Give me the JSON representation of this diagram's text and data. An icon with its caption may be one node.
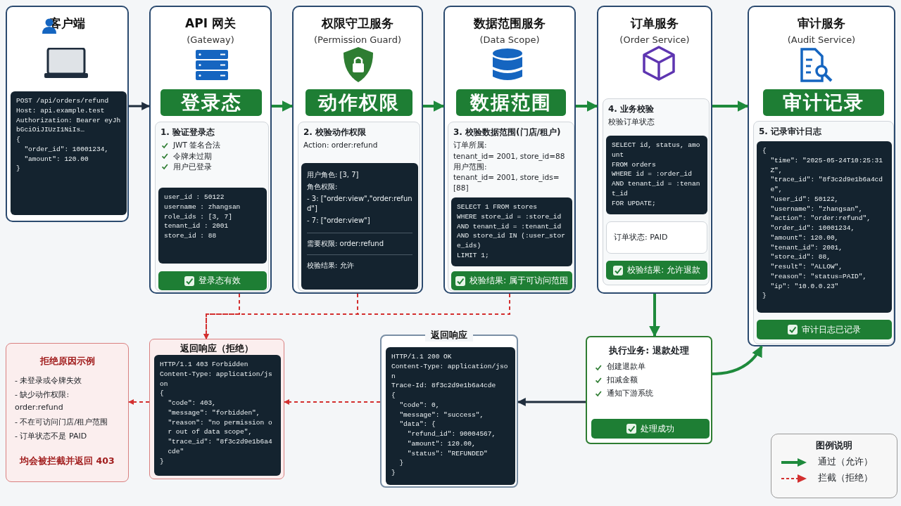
{
  "diagram": {
    "nodes": [
      {
        "text": [
          "客户端"
        ]
      },
      {
        "text": [
          "POST /api/orders/refund",
          "Host: api.example.test",
          "Authorization: Bearer eyJhbGciOiJIUzI1NiIs…",
          "{",
          "\"order_id\": 10001234,",
          "\"amount\": 120.00",
          "}"
        ],
        "in": 0
      },
      {
        "text": [
          "API 网关",
          "(Gateway)"
        ]
      },
      {
        "text": [
          "登录态"
        ],
        "in": 2
      },
      {
        "text": [
          "1. 验证登录态",
          "JWT 签名合法",
          "令牌未过期",
          "用户已登录"
        ],
        "in": 2
      },
      {
        "text": [
          "user_id : 50122",
          "username : zhangsan",
          "role_ids : [3, 7]",
          "tenant_id : 2001",
          "store_id : 88"
        ],
        "in": 4
      },
      {
        "text": [
          "登录态有效"
        ],
        "in": 4
      },
      {
        "text": [
          "权限守卫服务",
          "(Permission Guard)"
        ]
      },
      {
        "text": [
          "动作权限"
        ],
        "in": 7
      },
      {
        "text": [
          "2. 校验动作权限",
          "Action: order:refund"
        ],
        "in": 7
      },
      {
        "text": [
          "用户角色: [3, 7]",
          "角色权限:",
          "- 3: [\"order:view\",\"order:refund\"]",
          "- 7: [\"order:view\"]",
          "需要权限: order:refund",
          "校验结果: 允许"
        ],
        "in": 9
      },
      {
        "text": [
          "数据范围服务",
          "(Data Scope)"
        ]
      },
      {
        "text": [
          "数据范围"
        ],
        "in": 11
      },
      {
        "text": [
          "3. 校验数据范围(门店/租户)",
          "订单所属:",
          "tenant_id= 2001, store_id=88",
          "用户范围:",
          "tenant_id= 2001, store_ids=[88]"
        ],
        "in": 11
      },
      {
        "text": [
          "SELECT 1 FROM stores",
          "WHERE store_id = :store_id",
          "AND tenant_id = :tenant_id",
          "AND store_id IN (:user_store_ids)",
          "LIMIT 1;"
        ],
        "in": 13
      },
      {
        "text": [
          "校验结果: 属于可访问范围"
        ],
        "in": 13
      },
      {
        "text": [
          "订单服务",
          "(Order Service)"
        ]
      },
      {
        "text": [
          "4. 业务校验",
          "校验订单状态"
        ],
        "in": 16
      },
      {
        "text": [
          "SELECT id, status, amount",
          "FROM orders",
          "WHERE id = :order_id",
          "AND tenant_id = :tenant_id",
          "FOR UPDATE;"
        ],
        "in": 17
      },
      {
        "text": [
          "订单状态: PAID"
        ],
        "in": 17
      },
      {
        "text": [
          "校验结果: 允许退款"
        ],
        "in": 17
      },
      {
        "text": [
          "审计服务",
          "(Audit Service)"
        ]
      },
      {
        "text": [
          "审计记录"
        ],
        "in": 21
      },
      {
        "text": [
          "5. 记录审计日志"
        ],
        "in": 21
      },
      {
        "text": [
          "{",
          "\"time\": \"2025-05-24T10:25:31Z\",",
          "\"trace_id\": \"8f3c2d9e1b6a4cde\",",
          "\"user_id\": 50122,",
          "\"username\": \"zhangsan\",",
          "\"action\": \"order:refund\",",
          "\"order_id\": 10001234,",
          "\"amount\": 120.00,",
          "\"tenant_id\": 2001,",
          "\"store_id\": 88,",
          "\"result\": \"ALLOW\",",
          "\"reason\": \"status=PAID\",",
          "\"ip\": \"10.0.0.23\"",
          "}"
        ],
        "in": 23
      },
      {
        "text": [
          "审计日志已记录"
        ],
        "in": 23
      },
      {
        "text": [
          "执行业务: 退款处理",
          "创建退款单",
          "扣减金额",
          "通知下游系统"
        ]
      },
      {
        "text": [
          "处理成功"
        ],
        "in": 26
      },
      {
        "text": [
          "返回响应"
        ]
      },
      {
        "text": [
          "HTTP/1.1 200 OK",
          "Content-Type: application/json",
          "Trace-Id: 8f3c2d9e1b6a4cde",
          "{",
          "\"code\": 0,",
          "\"message\": \"success\",",
          "\"data\": {",
          "\"refund_id\": 90004567,",
          "\"amount\": 120.00,",
          "\"status\": \"REFUNDED\"",
          "}",
          "}"
        ],
        "in": 28
      },
      {
        "text": [
          "返回响应（拒绝）"
        ]
      },
      {
        "text": [
          "HTTP/1.1 403 Forbidden",
          "Content-Type: application/json",
          "{",
          "\"code\": 403,",
          "\"message\": \"forbidden\",",
          "\"reason\": \"no permission or out of data scope\",",
          "\"trace_id\": \"8f3c2d9e1b6a4cde\"",
          "}"
        ],
        "in": 30
      },
      {
        "text": [
          "拒绝原因示例",
          "- 未登录或令牌失效",
          "- 缺少动作权限: order:refund",
          "- 不在可访问门店/租户范围",
          "- 订单状态不是 PAID",
          "均会被拦截并返回 403"
        ]
      }
    ],
    "edges": [
      {
        "from": 0,
        "to": 2,
        "arrow": "to",
        "color": "#1f2d3d"
      },
      {
        "from": 2,
        "to": 7,
        "arrow": "to"
      },
      {
        "from": 7,
        "to": 11,
        "arrow": "to"
      },
      {
        "from": 11,
        "to": 16,
        "arrow": "to"
      },
      {
        "from": 16,
        "to": 21,
        "arrow": "to"
      },
      {
        "from": 16,
        "to": 26,
        "arrow": "to"
      },
      {
        "from": 26,
        "to": 21,
        "arrow": "to"
      },
      {
        "from": 26,
        "to": 28,
        "arrow": "to",
        "color": "#1f2d3d"
      },
      {
        "from": 2,
        "to": 30,
        "arrow": "to",
        "style": "dashed",
        "color": "#d32f2f"
      },
      {
        "from": 7,
        "to": 30,
        "arrow": "to",
        "style": "dashed",
        "color": "#d32f2f"
      },
      {
        "from": 11,
        "to": 30,
        "arrow": "to",
        "style": "dashed",
        "color": "#d32f2f"
      },
      {
        "from": 28,
        "to": 30,
        "arrow": "to",
        "style": "dashed",
        "color": "#d32f2f"
      },
      {
        "from": 30,
        "to": 32,
        "arrow": "to",
        "style": "dashed",
        "color": "#d32f2f"
      }
    ],
    "labels": [
      "图例说明"
    ],
    "legend": [
      {
        "text": "通过（允许）"
      },
      {
        "text": "拦截（拒绝）"
      }
    ]
  }
}
